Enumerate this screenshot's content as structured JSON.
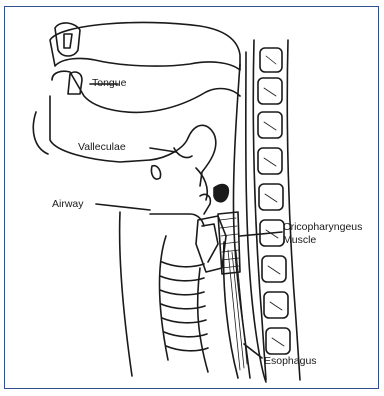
{
  "labels": {
    "tongue": "Tongue",
    "valleculae": "Valleculae",
    "airway": "Airway",
    "crico_line1": "Cricopharyngeus",
    "crico_line2": "Muscle",
    "esophagus": "Esophagus"
  },
  "colors": {
    "frame_border": "#2f4f8f",
    "ink": "#1a1a1a"
  }
}
